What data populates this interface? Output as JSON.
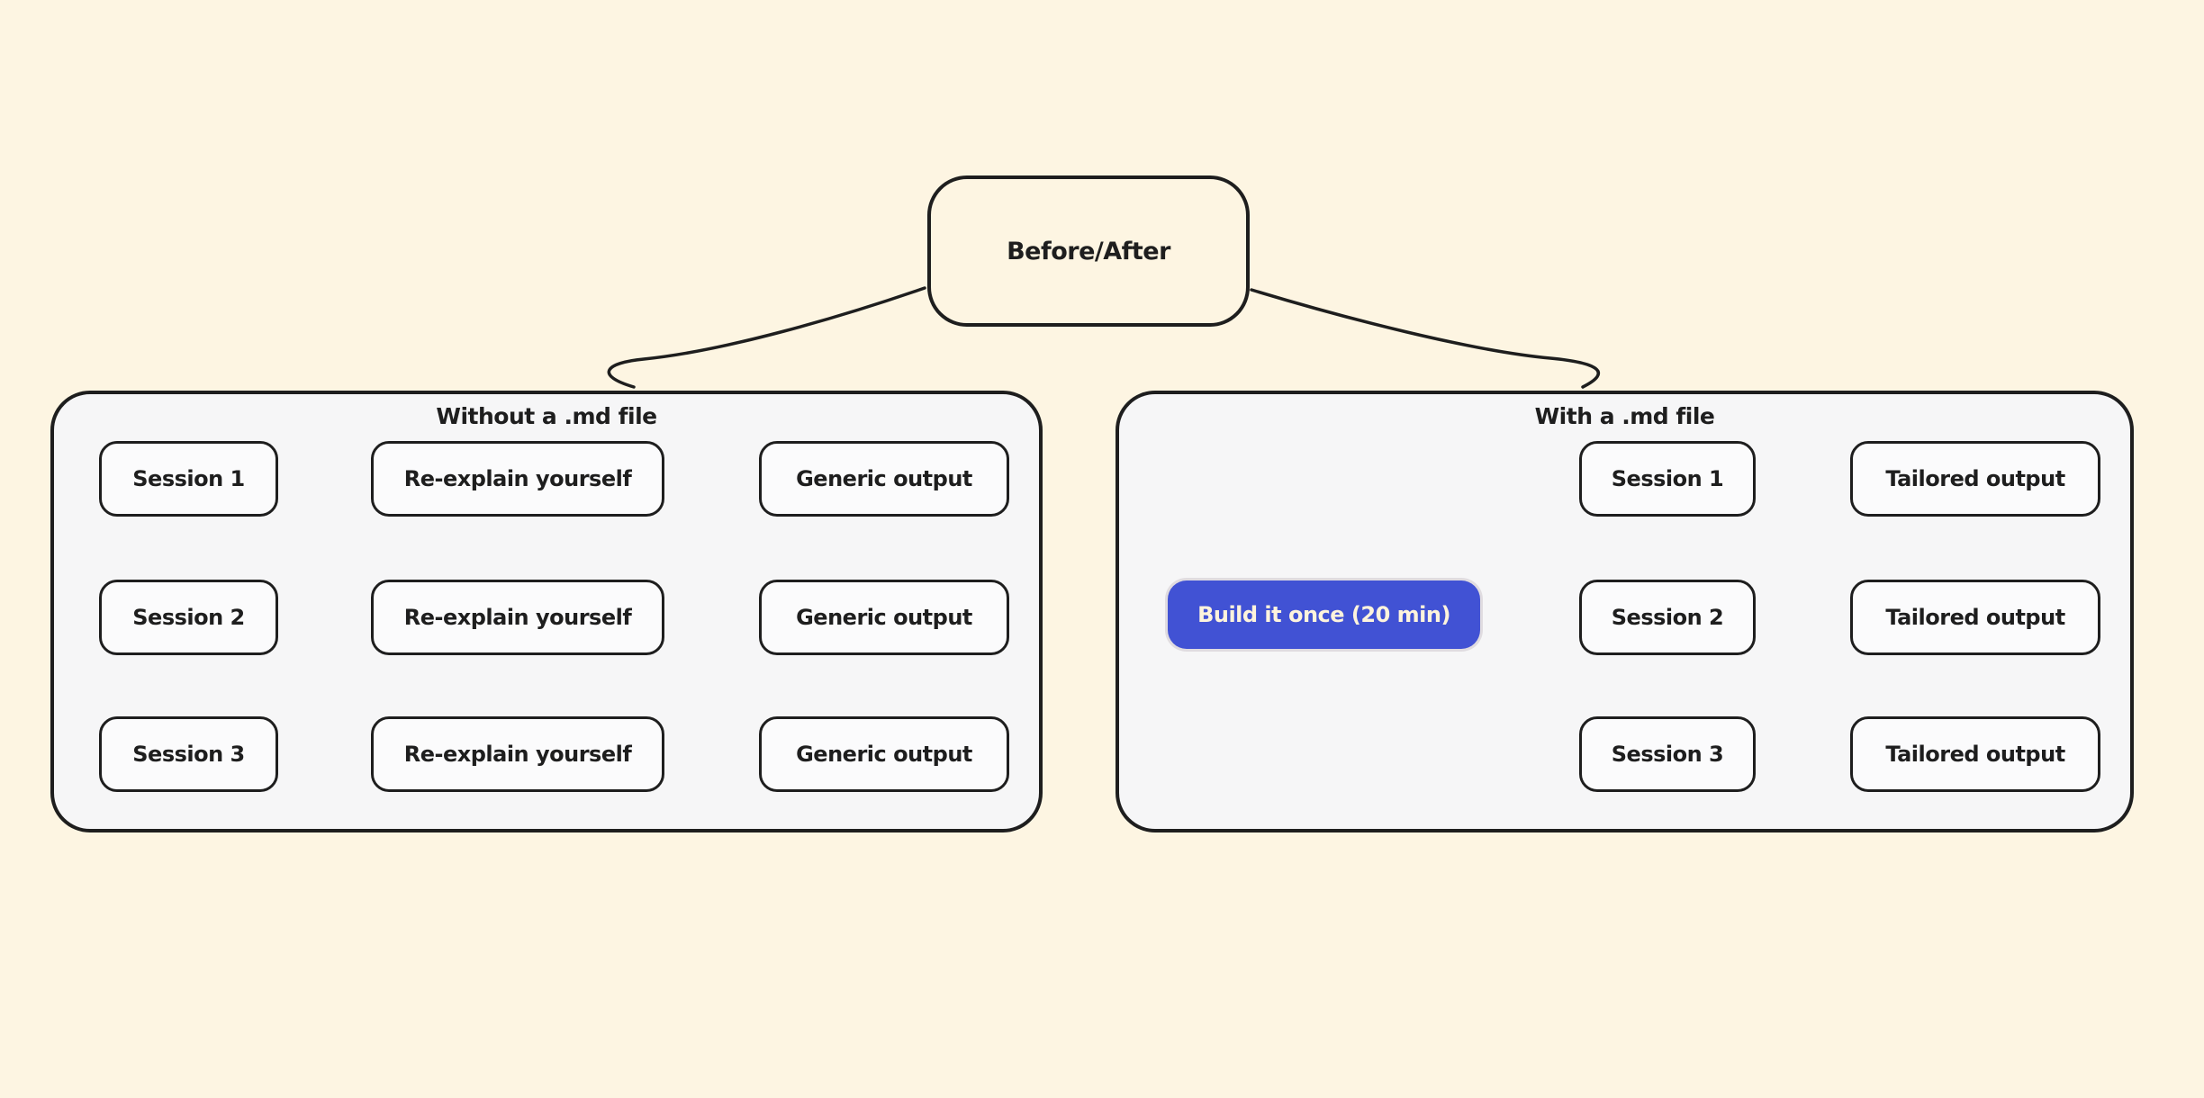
{
  "diagram": {
    "root_node": {
      "label": "Before/After"
    },
    "left_panel": {
      "title": "Without a .md file",
      "rows": [
        {
          "session": "Session 1",
          "middle": "Re-explain yourself",
          "output": "Generic output"
        },
        {
          "session": "Session 2",
          "middle": "Re-explain yourself",
          "output": "Generic output"
        },
        {
          "session": "Session 3",
          "middle": "Re-explain yourself",
          "output": "Generic output"
        }
      ]
    },
    "right_panel": {
      "title": "With a .md file",
      "build_node": {
        "label": "Build it once (20 min)"
      },
      "rows": [
        {
          "session": "Session 1",
          "output": "Tailored output"
        },
        {
          "session": "Session 2",
          "output": "Tailored output"
        },
        {
          "session": "Session 3",
          "output": "Tailored output"
        }
      ]
    }
  },
  "colors": {
    "background": "#FDF5E2",
    "panel_fill": "#F6F6F7",
    "node_fill": "#FBFBFC",
    "stroke": "#1E1E1E",
    "accent_blue": "#4152D4",
    "accent_text": "#FDF3DC"
  }
}
